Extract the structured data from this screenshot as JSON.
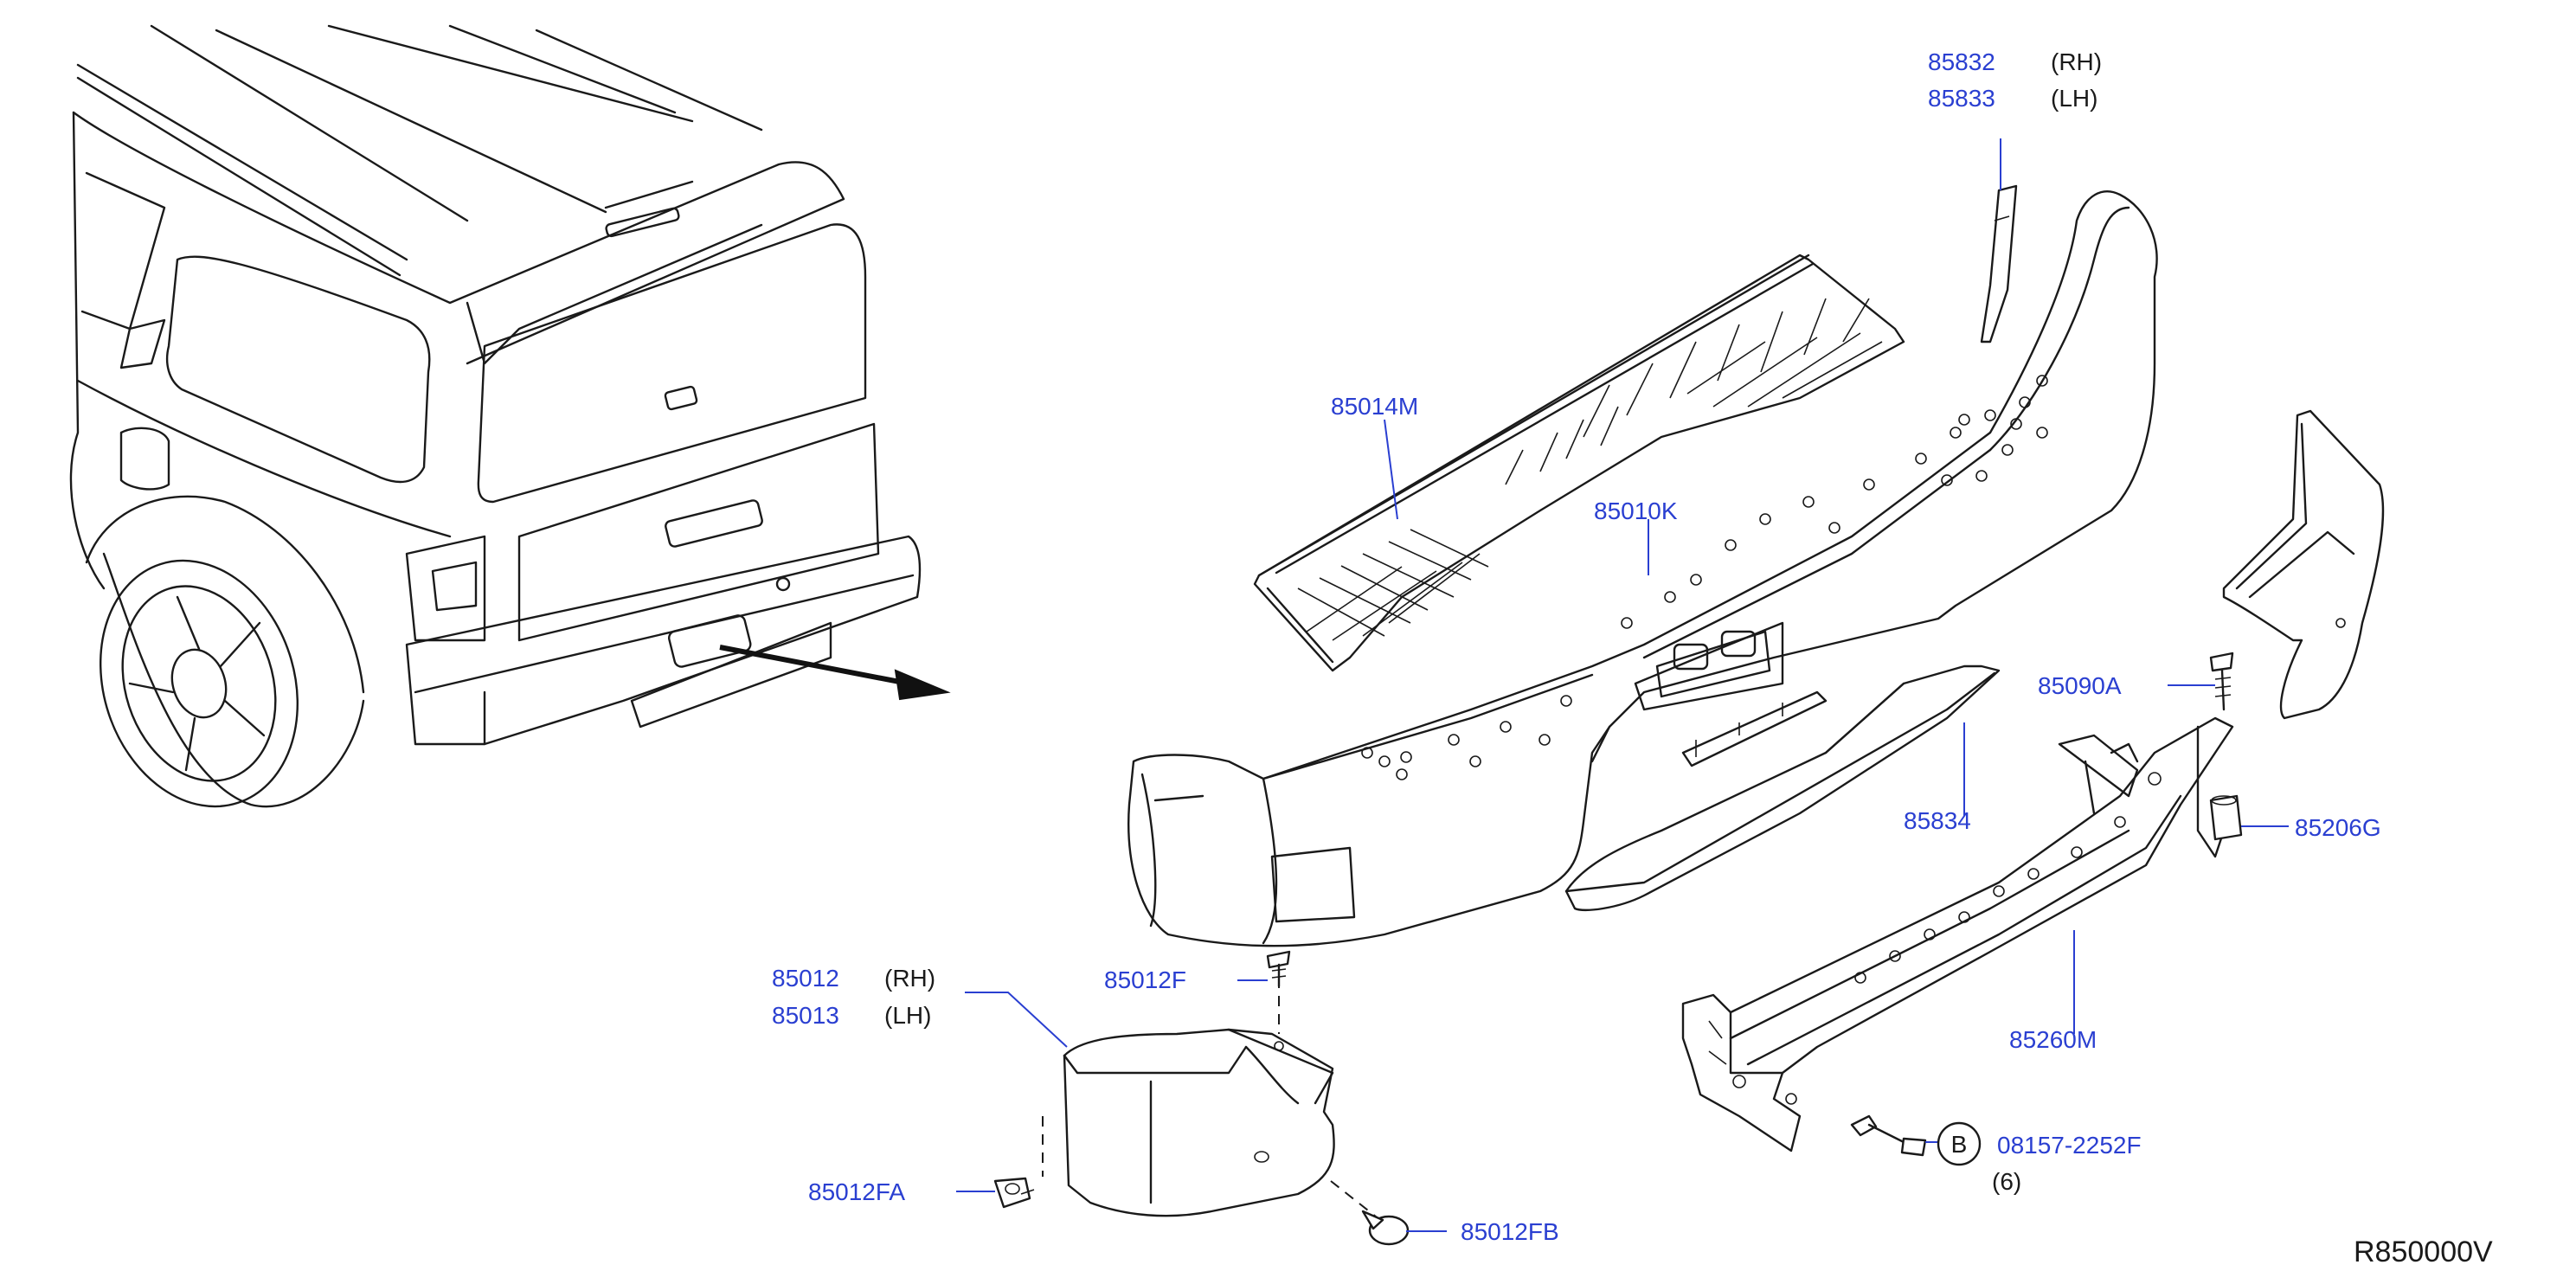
{
  "diagram": {
    "reference_code": "R850000V",
    "colors": {
      "callout": "#2a3fd1",
      "ink": "#1a1a1a",
      "background": "#ffffff"
    },
    "callouts": {
      "p85832": "85832",
      "p85832_side": "(RH)",
      "p85833": "85833",
      "p85833_side": "(LH)",
      "p85014M": "85014M",
      "p85010K": "85010K",
      "p85090A": "85090A",
      "p85834": "85834",
      "p85206G": "85206G",
      "p85260M": "85260M",
      "p85012": "85012",
      "p85012_side": "(RH)",
      "p85013": "85013",
      "p85013_side": "(LH)",
      "p85012F": "85012F",
      "p85012FA": "85012FA",
      "p85012FB": "85012FB",
      "p08157": "08157-2252F",
      "p08157_qty": "(6)",
      "bolt_symbol": "B"
    }
  }
}
